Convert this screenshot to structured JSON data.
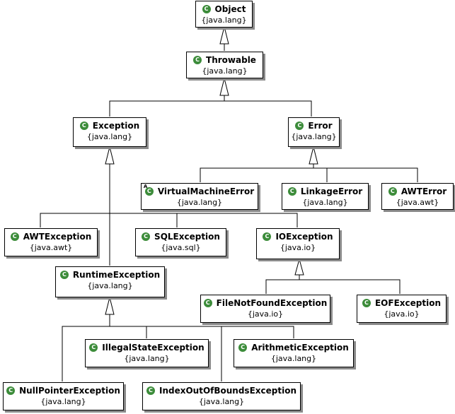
{
  "diagram": {
    "nodes": {
      "object": {
        "name": "Object",
        "package": "{java.lang}",
        "icon": "class-icon",
        "icon_letter": "C"
      },
      "throwable": {
        "name": "Throwable",
        "package": "{java.lang}",
        "icon": "class-icon",
        "icon_letter": "C"
      },
      "exception": {
        "name": "Exception",
        "package": "{java.lang}",
        "icon": "class-icon",
        "icon_letter": "C"
      },
      "error": {
        "name": "Error",
        "package": "{java.lang}",
        "icon": "class-icon",
        "icon_letter": "C"
      },
      "vm_error": {
        "name": "VirtualMachineError",
        "package": "{java.lang}",
        "icon": "abstract-class-icon",
        "icon_letter": "C",
        "icon_mark": "A"
      },
      "linkage_error": {
        "name": "LinkageError",
        "package": "{java.lang}",
        "icon": "class-icon",
        "icon_letter": "C"
      },
      "awt_error": {
        "name": "AWTError",
        "package": "{java.awt}",
        "icon": "class-icon",
        "icon_letter": "C"
      },
      "awt_exception": {
        "name": "AWTException",
        "package": "{java.awt}",
        "icon": "class-icon",
        "icon_letter": "C"
      },
      "sql_exception": {
        "name": "SQLException",
        "package": "{java.sql}",
        "icon": "class-icon",
        "icon_letter": "C"
      },
      "io_exception": {
        "name": "IOException",
        "package": "{java.io}",
        "icon": "class-icon",
        "icon_letter": "C"
      },
      "runtime_exception": {
        "name": "RuntimeException",
        "package": "{java.lang}",
        "icon": "class-icon",
        "icon_letter": "C"
      },
      "fnf_exception": {
        "name": "FileNotFoundException",
        "package": "{java.io}",
        "icon": "class-icon",
        "icon_letter": "C"
      },
      "eof_exception": {
        "name": "EOFException",
        "package": "{java.io}",
        "icon": "class-icon",
        "icon_letter": "C"
      },
      "illegal_state": {
        "name": "IllegalStateException",
        "package": "{java.lang}",
        "icon": "class-icon",
        "icon_letter": "C"
      },
      "arithmetic": {
        "name": "ArithmeticException",
        "package": "{java.lang}",
        "icon": "class-icon",
        "icon_letter": "C"
      },
      "null_pointer": {
        "name": "NullPointerException",
        "package": "{java.lang}",
        "icon": "class-icon",
        "icon_letter": "C"
      },
      "index_oob": {
        "name": "IndexOutOfBoundsException",
        "package": "{java.lang}",
        "icon": "class-icon",
        "icon_letter": "C"
      }
    },
    "inheritance": [
      {
        "child": "throwable",
        "parent": "object"
      },
      {
        "child": "exception",
        "parent": "throwable"
      },
      {
        "child": "error",
        "parent": "throwable"
      },
      {
        "child": "vm_error",
        "parent": "error"
      },
      {
        "child": "linkage_error",
        "parent": "error"
      },
      {
        "child": "awt_error",
        "parent": "error"
      },
      {
        "child": "awt_exception",
        "parent": "exception"
      },
      {
        "child": "sql_exception",
        "parent": "exception"
      },
      {
        "child": "io_exception",
        "parent": "exception"
      },
      {
        "child": "runtime_exception",
        "parent": "exception"
      },
      {
        "child": "fnf_exception",
        "parent": "io_exception"
      },
      {
        "child": "eof_exception",
        "parent": "io_exception"
      },
      {
        "child": "illegal_state",
        "parent": "runtime_exception"
      },
      {
        "child": "arithmetic",
        "parent": "runtime_exception"
      },
      {
        "child": "null_pointer",
        "parent": "runtime_exception"
      },
      {
        "child": "index_oob",
        "parent": "runtime_exception"
      }
    ]
  }
}
